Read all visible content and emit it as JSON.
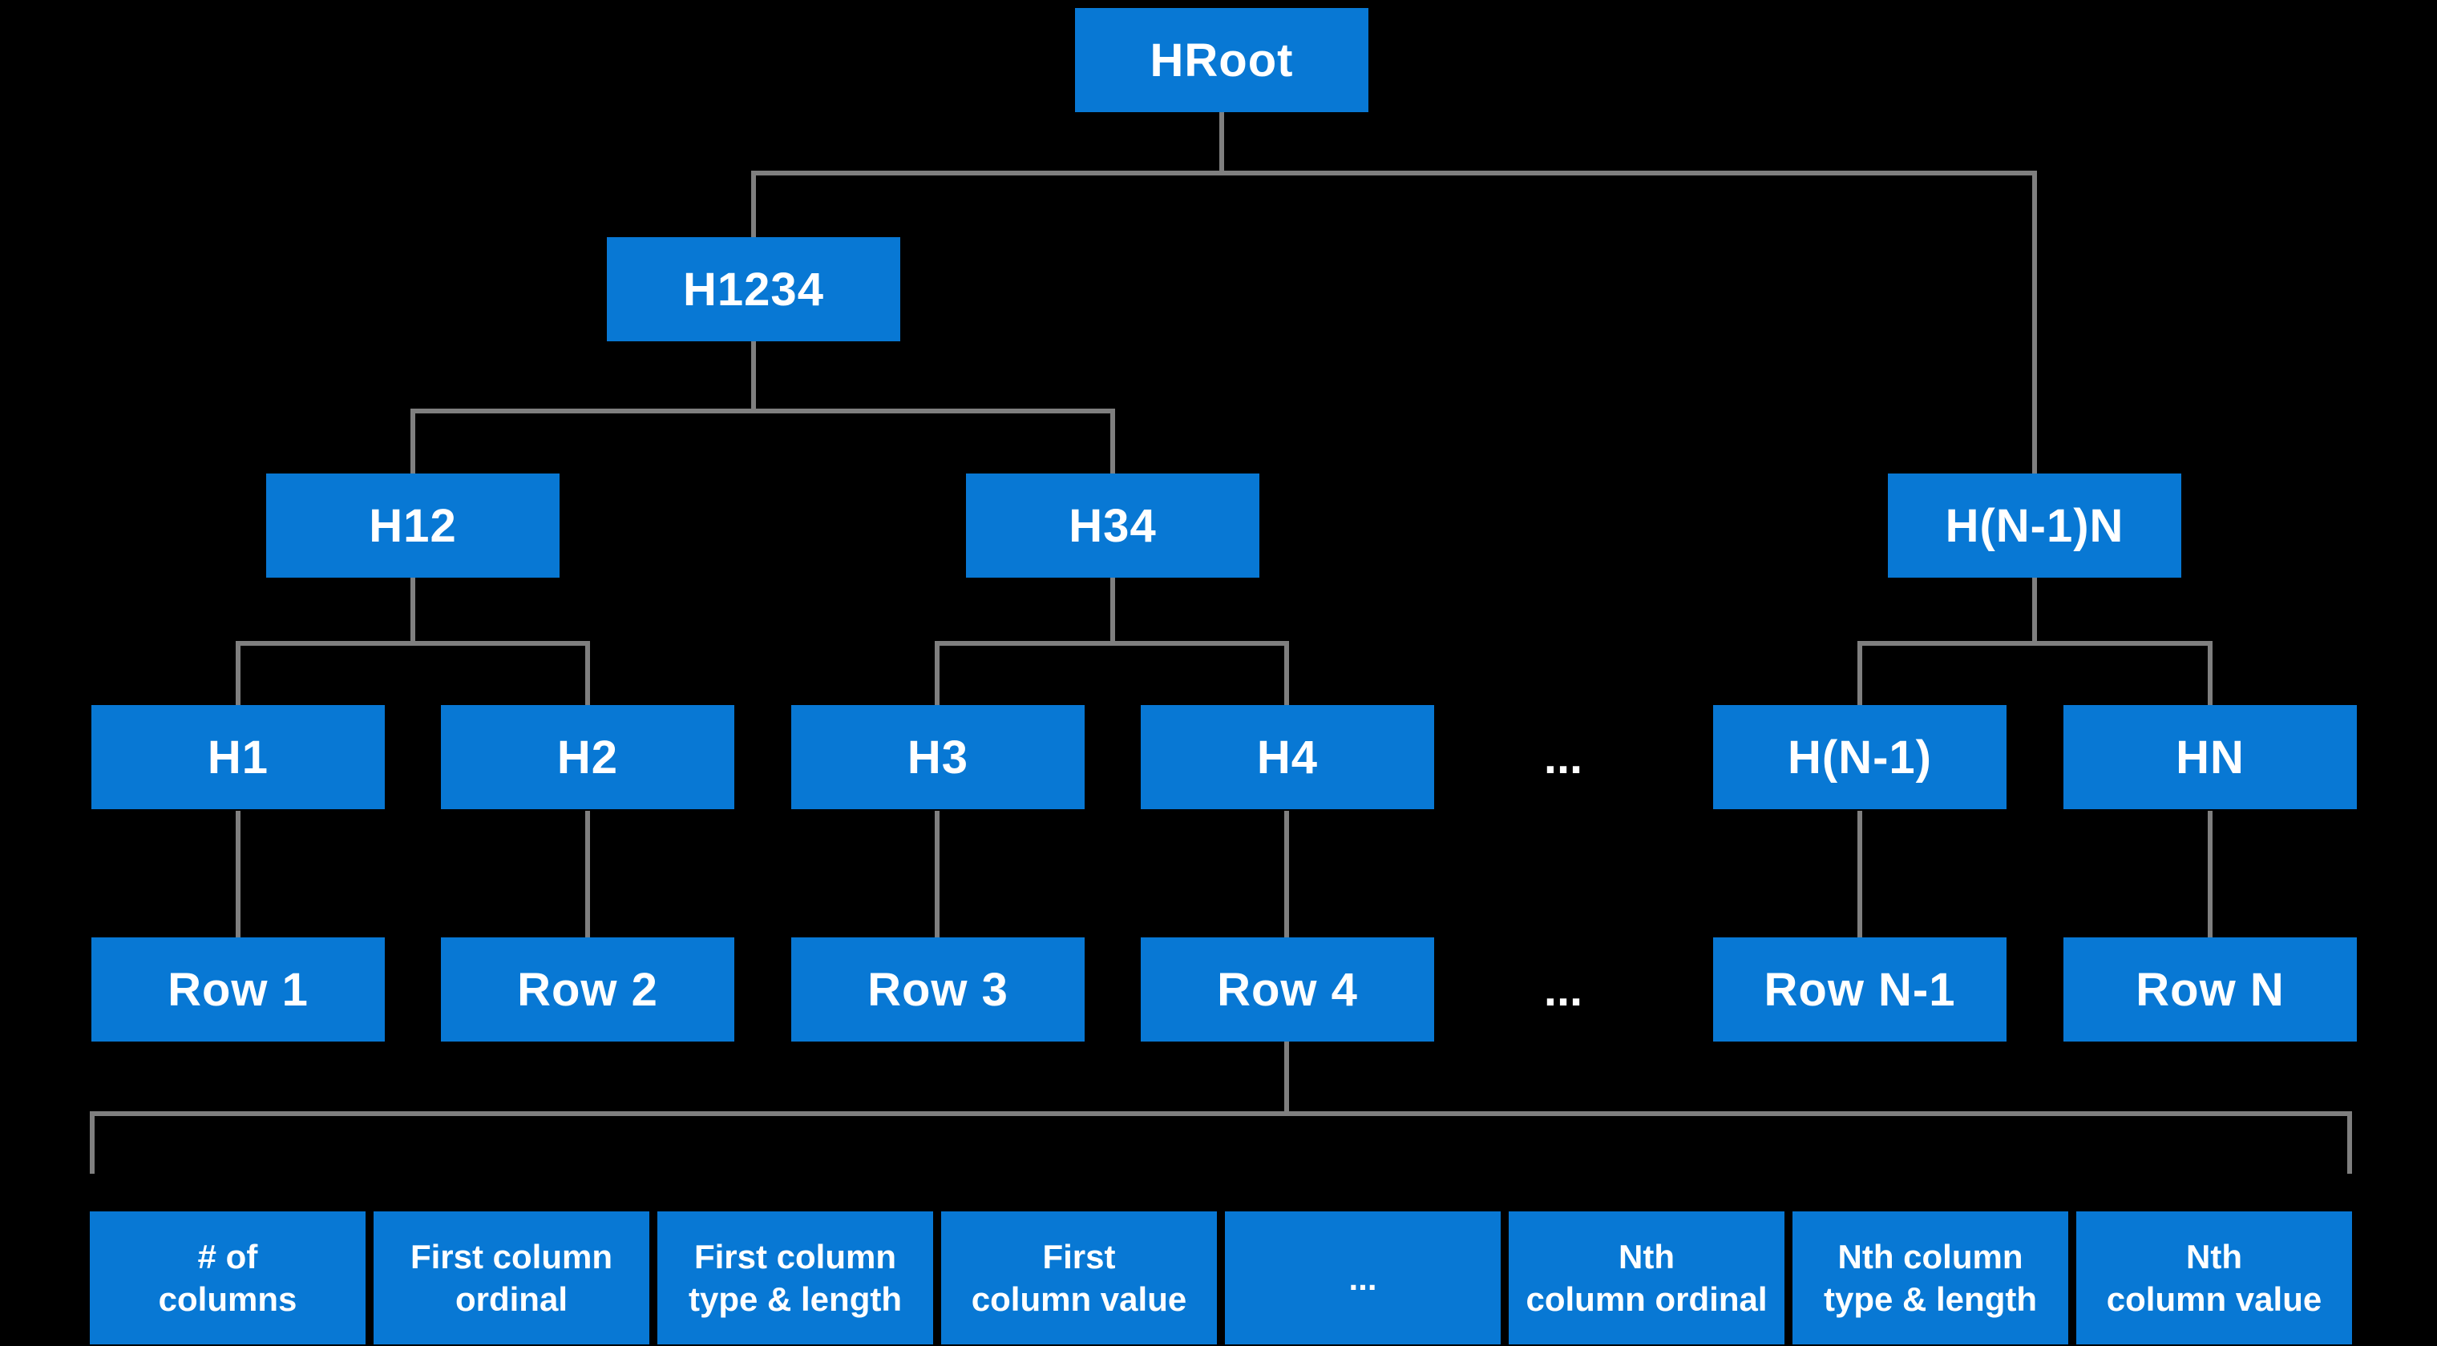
{
  "colors": {
    "background": "#000000",
    "node_fill": "#0878d4",
    "node_text": "#ffffff",
    "connector": "#7f7f7f"
  },
  "tree": {
    "root": "HRoot",
    "level2": "H1234",
    "level3": [
      "H12",
      "H34",
      "H(N-1)N"
    ],
    "leaves": [
      "H1",
      "H2",
      "H3",
      "H4",
      "H(N-1)",
      "HN"
    ],
    "leaves_ellipsis": "...",
    "rows": [
      "Row 1",
      "Row 2",
      "Row 3",
      "Row 4",
      "Row N-1",
      "Row N"
    ],
    "rows_ellipsis": "..."
  },
  "record": {
    "fields": [
      {
        "line1": "# of",
        "line2": "columns"
      },
      {
        "line1": "First column",
        "line2": "ordinal"
      },
      {
        "line1": "First column",
        "line2": "type & length"
      },
      {
        "line1": "First",
        "line2": "column value"
      },
      {
        "line1": "...",
        "line2": ""
      },
      {
        "line1": "Nth",
        "line2": "column ordinal"
      },
      {
        "line1": "Nth column",
        "line2": "type & length"
      },
      {
        "line1": "Nth",
        "line2": "column value"
      }
    ]
  }
}
